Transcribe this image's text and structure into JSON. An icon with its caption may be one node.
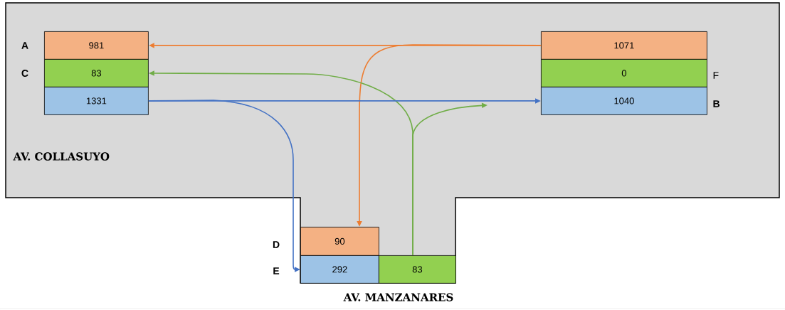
{
  "diagram": {
    "nodes": [
      {
        "text": [
          "981"
        ],
        "beside": [
          "A"
        ]
      },
      {
        "text": [
          "83"
        ],
        "beside": [
          "C"
        ]
      },
      {
        "text": [
          "1331"
        ]
      },
      {
        "text": [
          "1071"
        ]
      },
      {
        "text": [
          "0"
        ],
        "beside": [
          "F"
        ]
      },
      {
        "text": [
          "1040"
        ],
        "beside": [
          "B"
        ]
      },
      {
        "text": [
          "90"
        ],
        "beside": [
          "D"
        ]
      },
      {
        "text": [
          "292"
        ],
        "beside": [
          "E"
        ]
      },
      {
        "text": [
          "83"
        ]
      }
    ],
    "edges": [
      {
        "from": 3,
        "to": 0,
        "arrow": "to",
        "color": "#ed7d31"
      },
      {
        "from": 3,
        "to": 6,
        "arrow": "to",
        "color": "#ed7d31"
      },
      {
        "from": 8,
        "to": 1,
        "arrow": "to",
        "color": "#70ad47"
      },
      {
        "from": 8,
        "to": null,
        "arrow": "to",
        "color": "#70ad47"
      },
      {
        "from": 2,
        "to": 5,
        "arrow": "to",
        "color": "#4472c4"
      },
      {
        "from": 2,
        "to": 7,
        "arrow": "to",
        "color": "#4472c4"
      }
    ],
    "labels": [
      "AV. COLLASUYO",
      "AV. MANZANARES"
    ]
  }
}
